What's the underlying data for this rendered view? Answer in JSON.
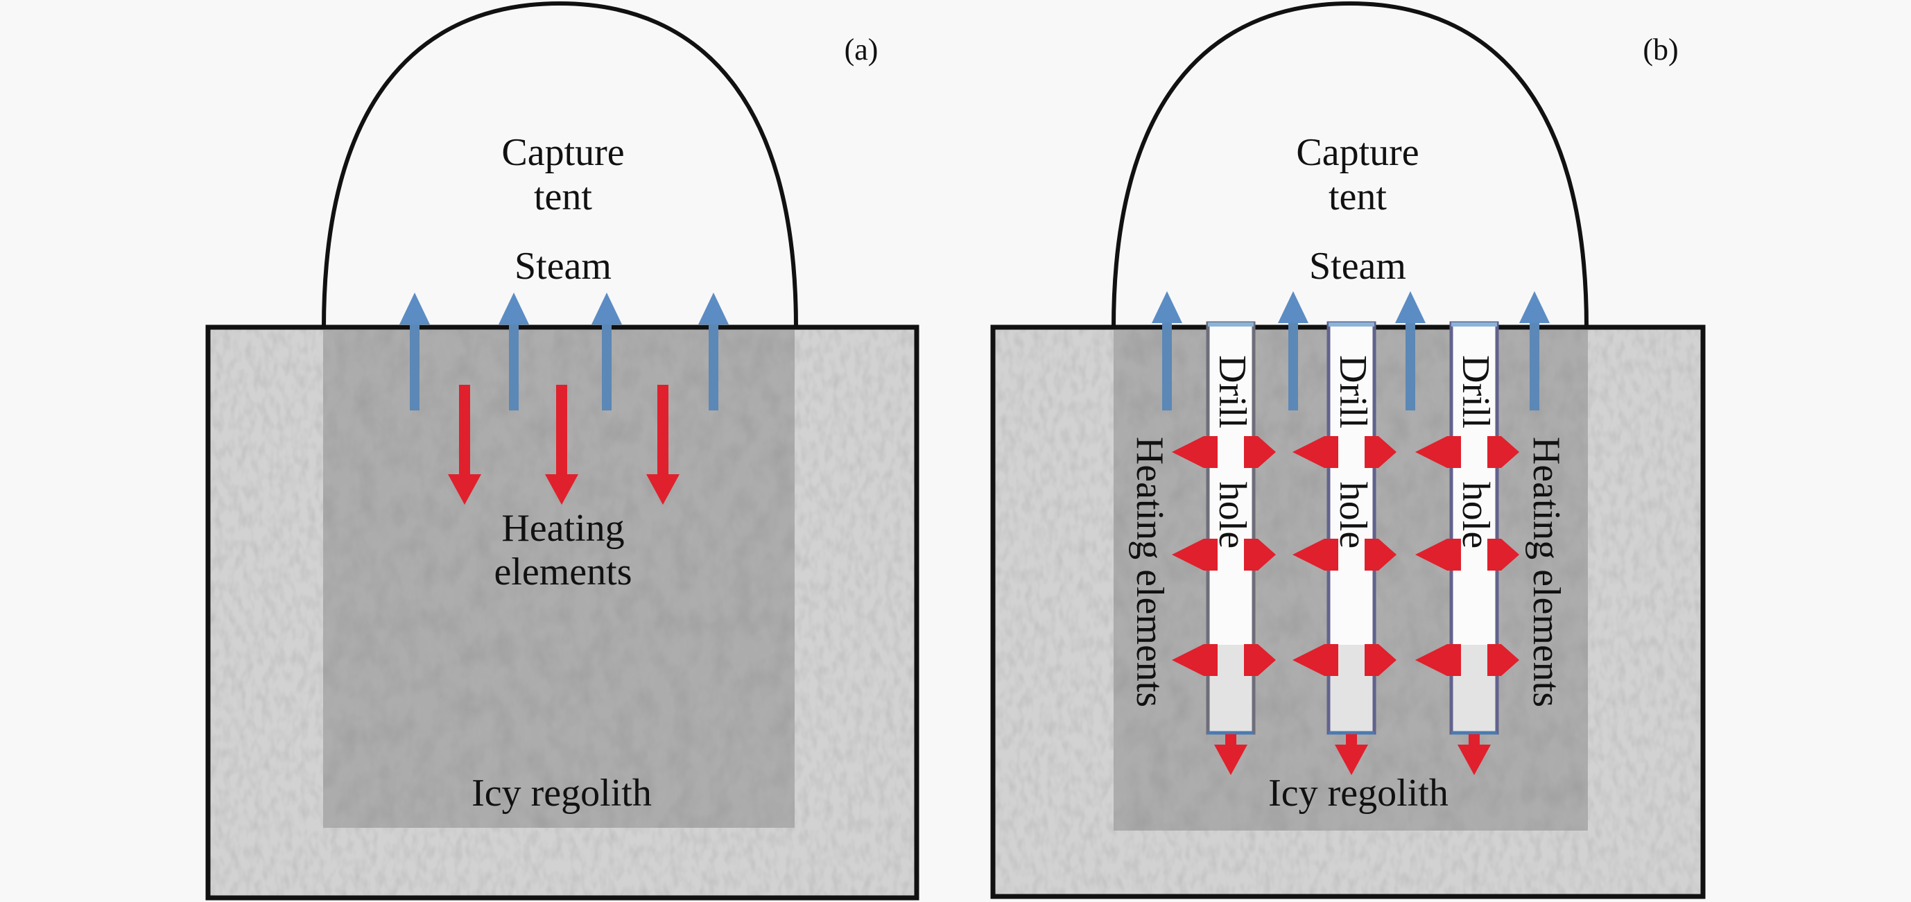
{
  "panels": [
    {
      "id": "a",
      "panel_label": "(a)",
      "tent_label_line1": "Capture",
      "tent_label_line2": "tent",
      "steam_label": "Steam",
      "heating_label_line1": "Heating",
      "heating_label_line2": "elements",
      "regolith_label": "Icy regolith",
      "steam_arrow_count": 4,
      "heating_arrow_count": 3
    },
    {
      "id": "b",
      "panel_label": "(b)",
      "tent_label_line1": "Capture",
      "tent_label_line2": "tent",
      "steam_label": "Steam",
      "heating_label": "Heating elements",
      "drill_label_line1": "Drill",
      "drill_label_line2": "hole",
      "regolith_label": "Icy regolith",
      "steam_arrow_count": 4,
      "drill_hole_count": 3,
      "lateral_heat_arrow_rows": 3
    }
  ],
  "colors": {
    "steam_arrow": "#5b8cc4",
    "heat_arrow": "#e0202c",
    "outline": "#111111",
    "regolith_outer": "#d2d2d2",
    "regolith_inner": "#a9a9a9",
    "drill_border": "#62628e",
    "drill_top": "#8ab4d8"
  }
}
